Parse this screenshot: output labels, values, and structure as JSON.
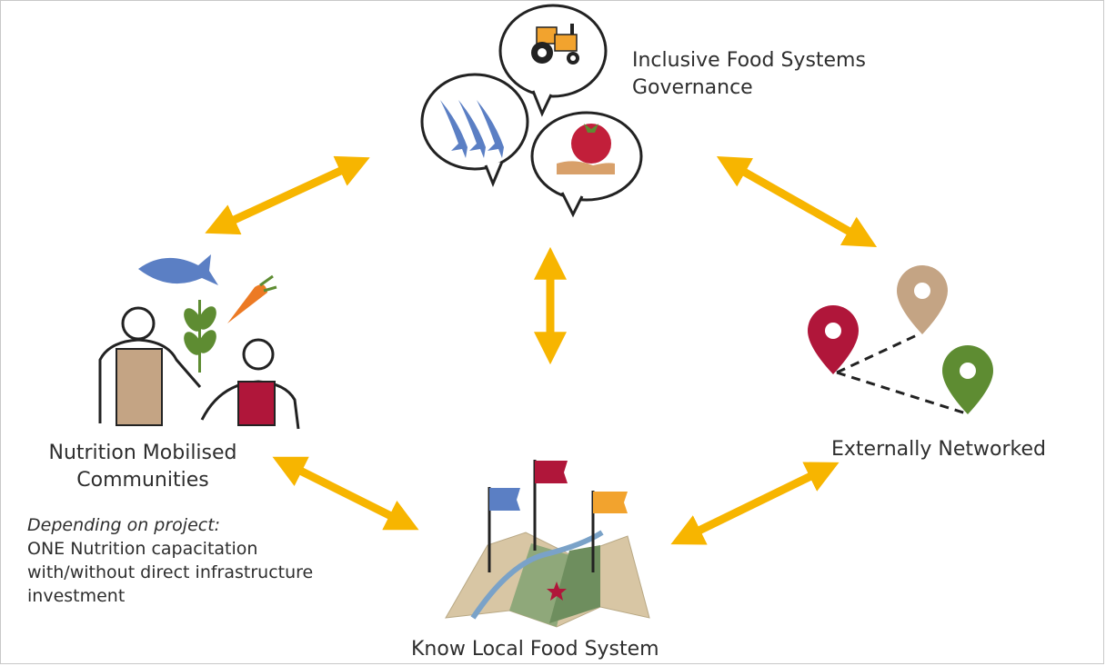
{
  "governance": {
    "line1": "Inclusive Food Systems",
    "line2": "Governance",
    "icons": [
      "tractor-icon",
      "fish-icon",
      "tomato-in-hand-icon"
    ]
  },
  "communities": {
    "line1": "Nutrition Mobilised",
    "line2": "Communities",
    "note_heading": "Depending on project:",
    "note_lines": [
      "ONE Nutrition capacitation",
      "with/without direct infrastructure",
      "investment"
    ]
  },
  "network": {
    "label": "Externally Networked"
  },
  "local": {
    "label": "Know Local Food System"
  },
  "colors": {
    "arrow": "#f7b500",
    "fish": "#5b7fc4",
    "carrot": "#ec7a24",
    "red": "#b0163a",
    "tan": "#c4a484",
    "green": "#5e8c32",
    "outline": "#222222"
  }
}
